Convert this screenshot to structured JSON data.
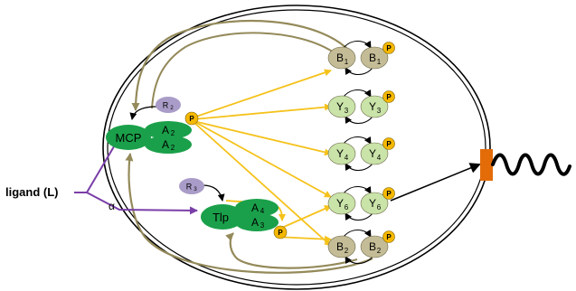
{
  "labels": {
    "ligand": "ligand (L)",
    "alpha": "α",
    "mcp": "MCP",
    "tlp": "Tlp",
    "phospho": "P"
  },
  "complexes": {
    "mcp": {
      "a_top": "A",
      "a_top_sub": "2",
      "a_bottom": "A",
      "a_bottom_sub": "2",
      "r": "R",
      "r_sub": "2"
    },
    "tlp": {
      "a_top": "A",
      "a_top_sub": "4",
      "a_bottom": "A",
      "a_bottom_sub": "3",
      "r": "R",
      "r_sub": "3"
    }
  },
  "response_regulators": [
    {
      "name": "B",
      "sub": "1",
      "type": "B"
    },
    {
      "name": "Y",
      "sub": "3",
      "type": "Y"
    },
    {
      "name": "Y",
      "sub": "4",
      "type": "Y"
    },
    {
      "name": "Y",
      "sub": "6",
      "type": "Y"
    },
    {
      "name": "B",
      "sub": "2",
      "type": "B"
    }
  ],
  "colors": {
    "chemoreceptor": "#1aa04a",
    "phospho": "#f5b800",
    "phospho_arrow": "#f5c21b",
    "b_protein": "#c4bc96",
    "y_protein": "#c9e3a8",
    "r_protein": "#a99cc8",
    "feedback_arrow": "#948a5a",
    "ligand_arrow": "#7a3ea8",
    "flagellar_motor": "#e36c09",
    "cell_outline": "#000000"
  }
}
